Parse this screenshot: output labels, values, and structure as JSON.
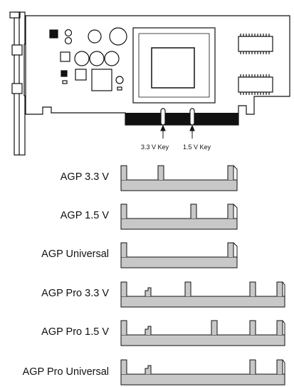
{
  "card": {
    "key_labels": {
      "key_3_3v": "3.3 V Key",
      "key_1_5v": "1.5 V Key"
    }
  },
  "slots": [
    {
      "id": "agp-3-3v",
      "label": "AGP 3.3 V"
    },
    {
      "id": "agp-1-5v",
      "label": "AGP 1.5 V"
    },
    {
      "id": "agp-universal",
      "label": "AGP Universal"
    },
    {
      "id": "agp-pro-3-3v",
      "label": "AGP Pro 3.3 V"
    },
    {
      "id": "agp-pro-1-5v",
      "label": "AGP Pro 1.5 V"
    },
    {
      "id": "agp-pro-universal",
      "label": "AGP Pro Universal"
    }
  ],
  "colors": {
    "slot_fill": "#c8c8c8",
    "slot_shadow": "#8f8f8f",
    "line": "#111111",
    "connector": "#111111"
  }
}
